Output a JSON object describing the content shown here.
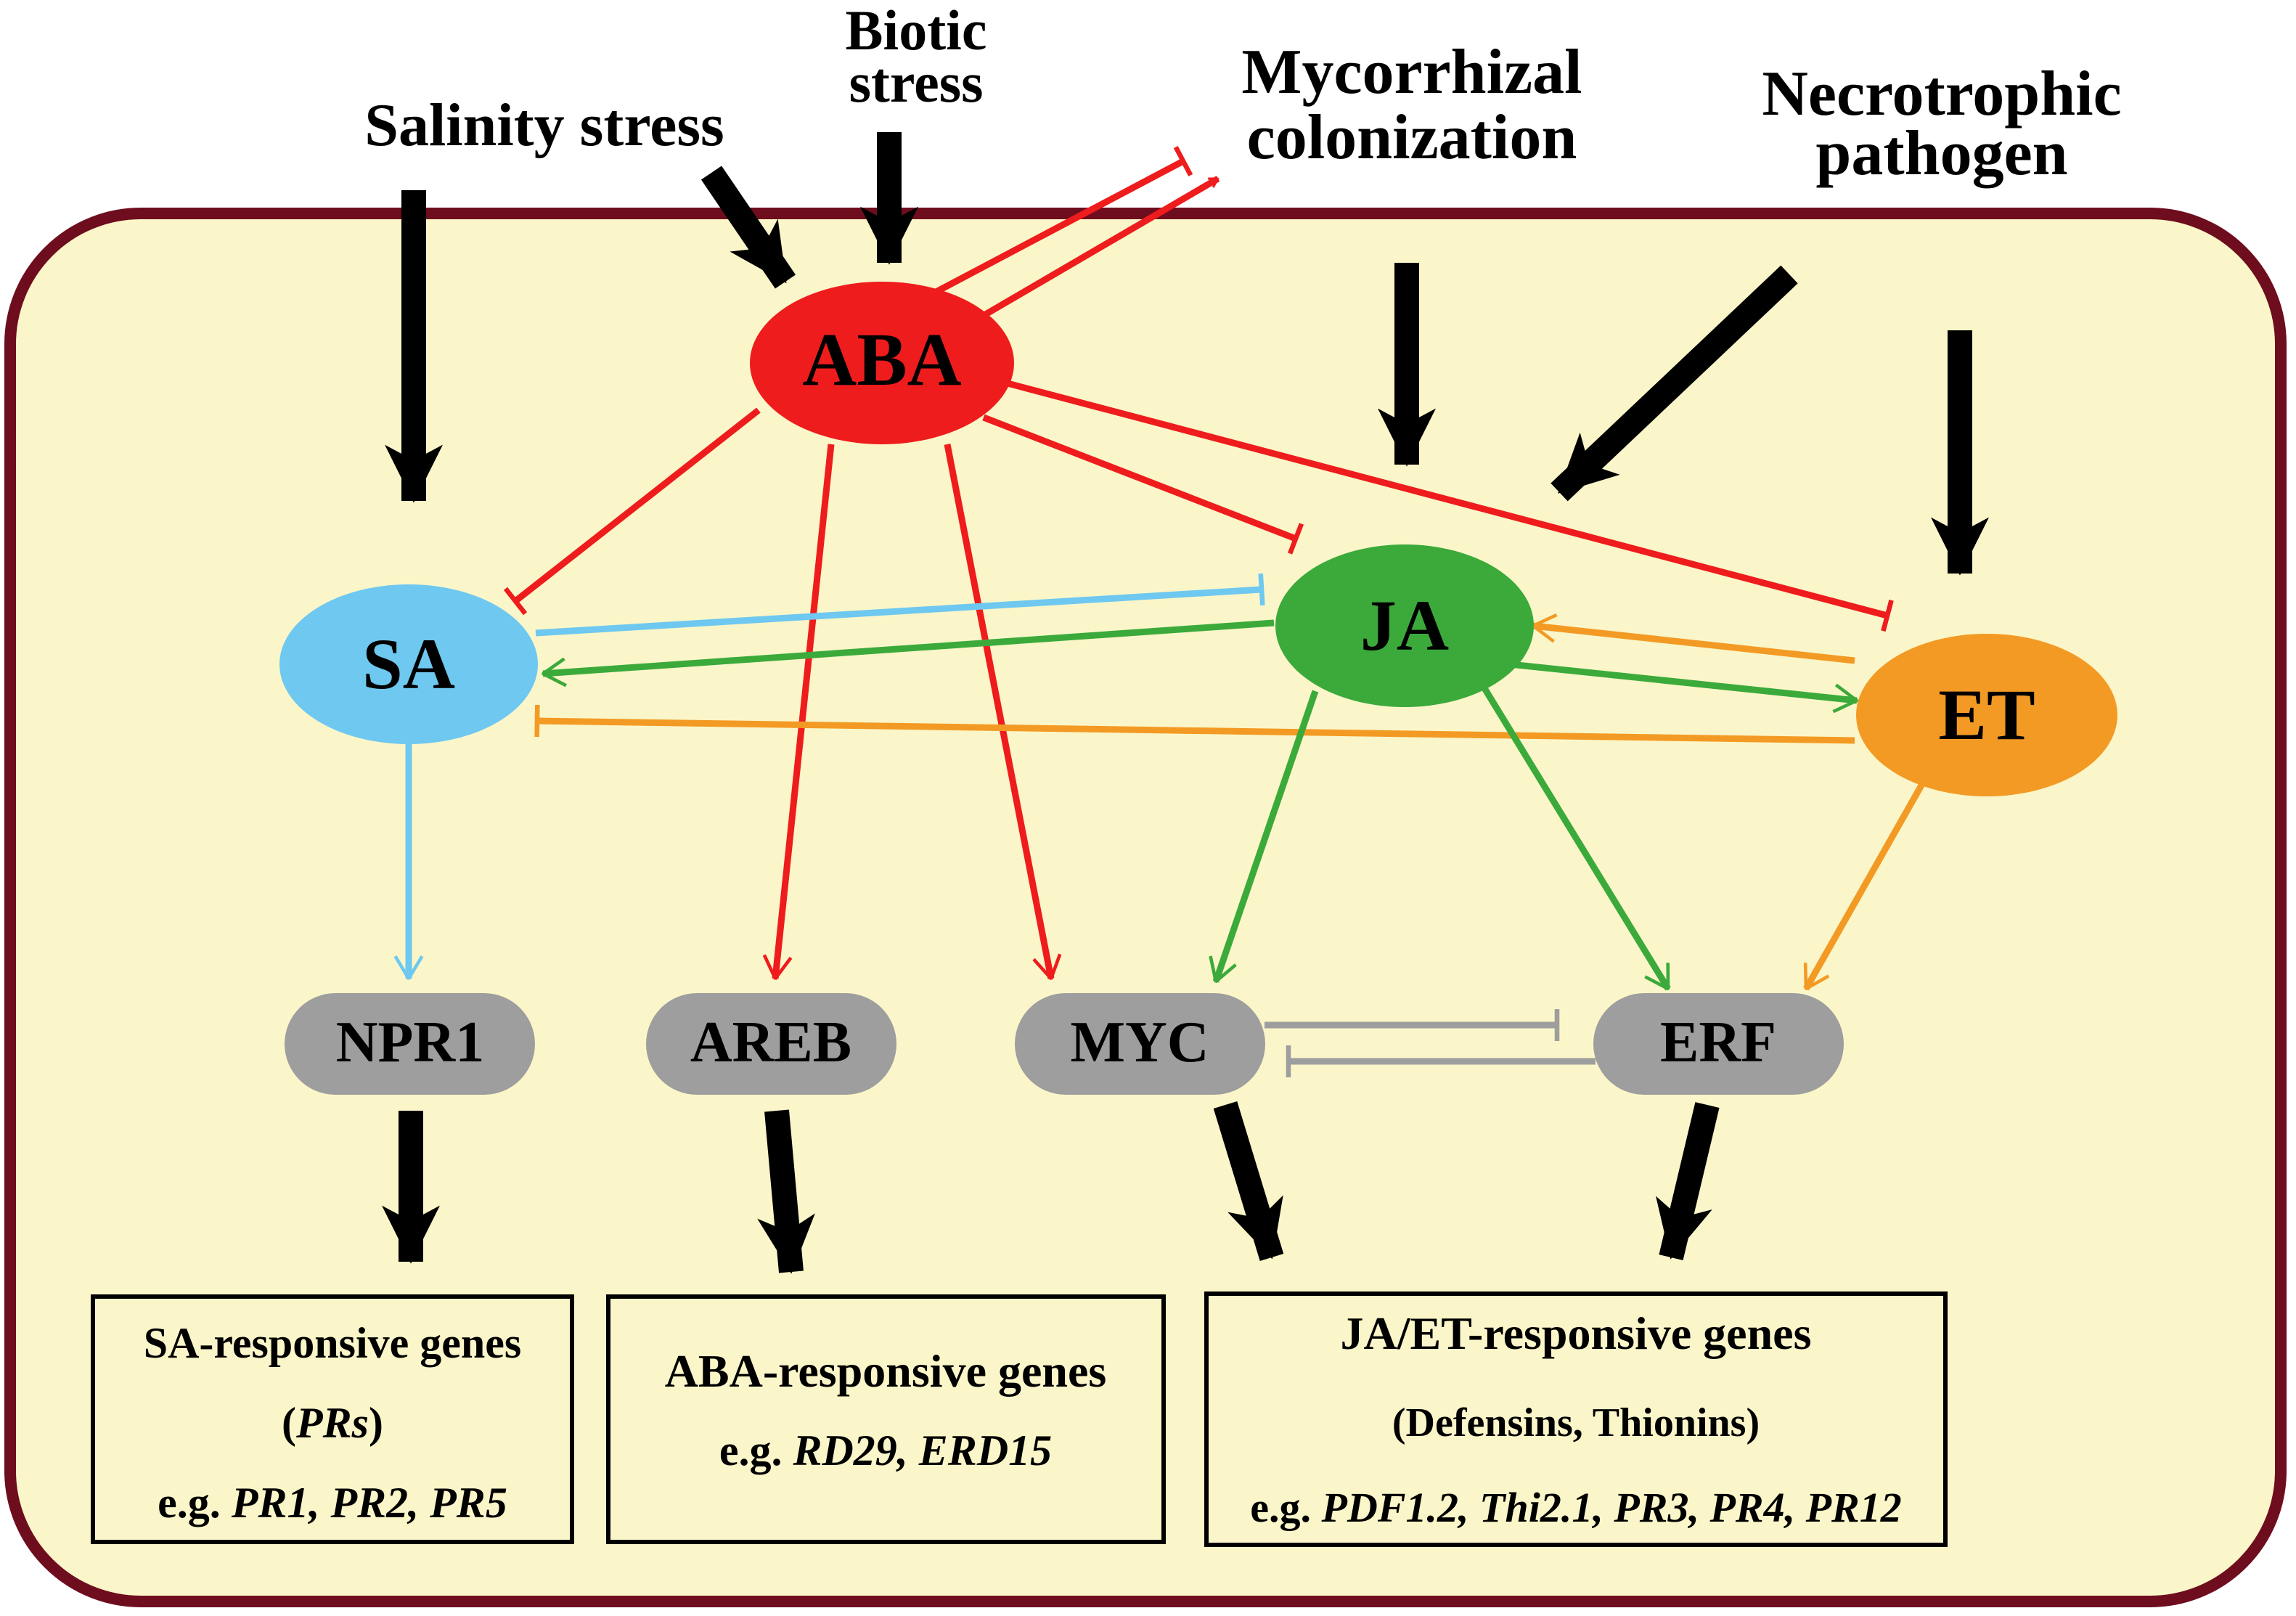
{
  "stimuli": {
    "salinity": "Salinity stress",
    "biotic_line1": "Biotic",
    "biotic_line2": "stress",
    "myco_line1": "Mycorrhizal",
    "myco_line2": "colonization",
    "necro_line1": "Necrotrophic",
    "necro_line2": "pathogen"
  },
  "hormones": {
    "aba": "ABA",
    "sa": "SA",
    "ja": "JA",
    "et": "ET"
  },
  "regulators": {
    "npr1": "NPR1",
    "areb": "AREB",
    "myc": "MYC",
    "erf": "ERF"
  },
  "gene_boxes": {
    "sa": {
      "title": "SA-responsive genes",
      "class_open": "(",
      "class_name": "PRs",
      "class_close": ")",
      "eg": "e.g.",
      "genes": "PR1, PR2, PR5"
    },
    "aba": {
      "title": "ABA-responsive genes",
      "eg": "e.g.",
      "genes": "RD29, ERD15"
    },
    "jaet": {
      "title": "JA/ET-responsive genes",
      "classes": "(Defensins, Thionins)",
      "eg": "e.g.",
      "genes": "PDF1.2, Thi2.1, PR3, PR4, PR12"
    }
  },
  "colors": {
    "cell_fill": "#FBF6C9",
    "cell_border": "#6E0D1E",
    "aba": "#EE1C1C",
    "sa": "#6EC8F0",
    "ja": "#3BAA3B",
    "et": "#F39A24",
    "regulator": "#9E9E9E",
    "stimulus_arrow": "#000000"
  }
}
